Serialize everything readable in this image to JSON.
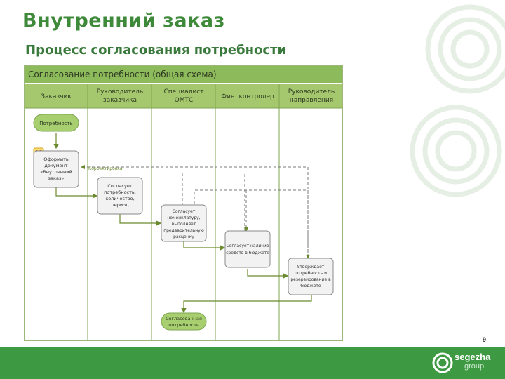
{
  "header": {
    "title": "Внутренний заказ",
    "subtitle": "Процесс согласования потребности"
  },
  "diagram": {
    "caption": "Согласование потребности (общая схема)",
    "lanes": [
      {
        "id": "lane-customer",
        "label_lines": [
          "Заказчик"
        ]
      },
      {
        "id": "lane-customer-head",
        "label_lines": [
          "Руководитель",
          "заказчика"
        ]
      },
      {
        "id": "lane-omts",
        "label_lines": [
          "Специалист",
          "ОМТС"
        ]
      },
      {
        "id": "lane-fin",
        "label_lines": [
          "Фин. контролер"
        ]
      },
      {
        "id": "lane-direction-head",
        "label_lines": [
          "Руководитель",
          "направления"
        ]
      }
    ],
    "start_node": "Потребность",
    "badge_1c": "1С",
    "nodes": {
      "order_doc": [
        "Оформить",
        "документ",
        "«Внутренний",
        "заказ»"
      ],
      "agree_need": [
        "Согласует",
        "потребность,",
        "количество,",
        "период"
      ],
      "agree_nomen": [
        "Согласует",
        "номенклатуру,",
        "выполняет",
        "предварительную",
        "расценку"
      ],
      "check_funds": [
        "Согласует наличие",
        "средств в бюджете"
      ],
      "approve": [
        "Утверждает",
        "потребность и",
        "резервирование в",
        "бюджете"
      ]
    },
    "end_node": [
      "Согласованная",
      "потребность"
    ],
    "correction_label": "Корректировка"
  },
  "footer": {
    "page_number": "9",
    "logo_name": "segezha",
    "logo_sub": "group"
  },
  "colors": {
    "brand_green": "#3d9a43",
    "title_green": "#3f8a3a",
    "header_fill": "#8dba5a",
    "node_fill": "#f2f2f2",
    "start_fill": "#a8cf6f",
    "arrow": "#6a8a2e"
  }
}
